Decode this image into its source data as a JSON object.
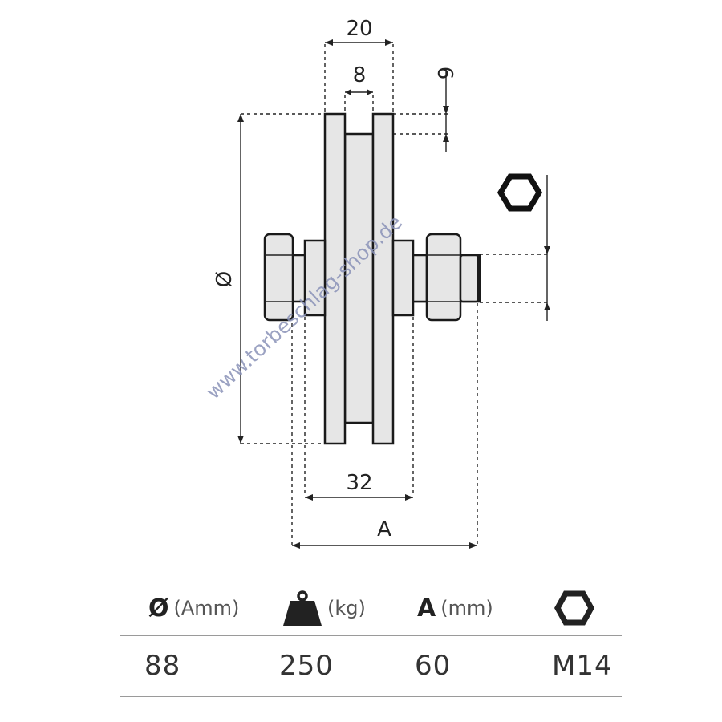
{
  "drawing": {
    "dims": {
      "outer_width": "20",
      "groove_width": "8",
      "flange_height": "6",
      "diameter_symbol": "Ø",
      "hub_width": "32",
      "overall_length": "A"
    },
    "watermark": "www.torbeschlag-shop.de"
  },
  "table": {
    "headers": [
      {
        "symbol": "Ø",
        "unit": "(Amm)"
      },
      {
        "icon": "weight-icon",
        "unit": "(kg)"
      },
      {
        "symbol": "A",
        "unit": "(mm)"
      },
      {
        "icon": "hex-nut-icon",
        "unit": ""
      }
    ],
    "values": [
      "88",
      "250",
      "60",
      "M14"
    ]
  }
}
